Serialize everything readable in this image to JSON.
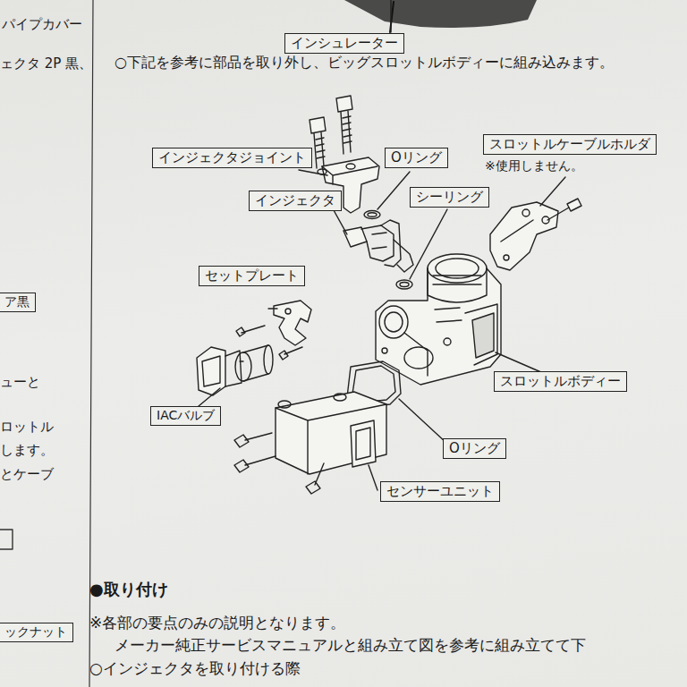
{
  "diagram": {
    "nodes": [
      {
        "text": [
          "インシュレーター"
        ]
      },
      {
        "text": [
          "スロットルケーブルホルダ"
        ]
      },
      {
        "text": [
          "インジェクタジョイント"
        ]
      },
      {
        "text": [
          "Oリング"
        ]
      },
      {
        "text": [
          "インジェクタ"
        ]
      },
      {
        "text": [
          "シーリング"
        ]
      },
      {
        "text": [
          "セットプレート"
        ]
      },
      {
        "text": [
          "ア黒"
        ]
      },
      {
        "text": [
          "スロットルボディー"
        ]
      },
      {
        "text": [
          "IACバルブ"
        ]
      },
      {
        "text": [
          "Oリング"
        ]
      },
      {
        "text": [
          "センサーユニット"
        ]
      },
      {
        "text": [
          "ックナット"
        ]
      }
    ],
    "labels": [
      "パイプカバー",
      "ェクタ 2P 黒、",
      "○下記を参考に部品を取り外し、ビッグスロットルボディーに組み込みます。",
      "※使用しません。",
      "ューと",
      "ロットル",
      "します。",
      "とケーブ",
      "●取り付け",
      "※各部の要点のみの説明となります。",
      "メーカー純正サービスマニュアルと組み立て図を参考に組み立てて下",
      "○インジェクタを取り付ける際"
    ]
  }
}
